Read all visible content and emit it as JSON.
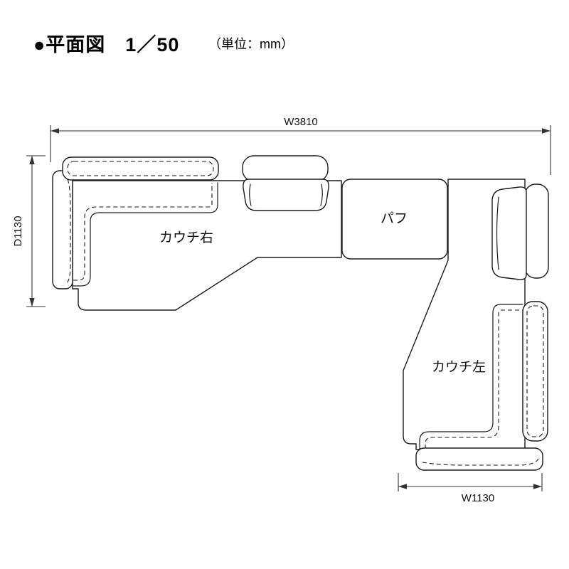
{
  "title": {
    "main": "●平面図　1／50",
    "unit": "（単位：mm）"
  },
  "dimensions": {
    "total_width": "W3810",
    "depth": "D1130",
    "bottom_width": "W1130"
  },
  "labels": {
    "couch_right": "カウチ右",
    "pouf": "パフ",
    "couch_left": "カウチ左"
  },
  "colors": {
    "line": "#1a1a1a",
    "dimension_line": "#333333",
    "background": "#ffffff",
    "text": "#000000"
  }
}
